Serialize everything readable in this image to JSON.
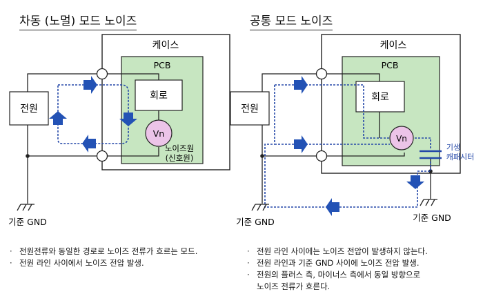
{
  "left": {
    "title": "차동 (노멀) 모드 노이즈",
    "case_label": "케이스",
    "pcb_label": "PCB",
    "circuit_label": "회로",
    "power_label": "전원",
    "source_symbol": "Vn",
    "source_caption_1": "노이즈원",
    "source_caption_2": "(신호원)",
    "ground_label": "기준 GND",
    "notes": [
      "전원전류와 동일한 경로로 노이즈 전류가 흐르는 모드.",
      "전원 라인 사이에서 노이즈 전압 발생."
    ]
  },
  "right": {
    "title": "공통 모드 노이즈",
    "case_label": "케이스",
    "pcb_label": "PCB",
    "circuit_label": "회로",
    "power_label": "전원",
    "source_symbol": "Vn",
    "capacitance_1": "기생",
    "capacitance_2": "캐패시터",
    "ground_label": "기준 GND",
    "notes": [
      "전원 라인 사이에는 노이즈 전압이 발생하지 않는다.",
      "전원 라인과 기준 GND 사이에 노이즈 전압 발생.",
      "전원의 플러스 측, 마이너스 측에서 동일 방향으로",
      "노이즈 전류가 흐른다."
    ]
  },
  "bullet": "·",
  "colors": {
    "pcb_fill": "#c7e6c1",
    "noise_path": "#2347a8",
    "arrow": "#2352b5",
    "source_fill": "#ecc4e8",
    "wire": "#222222"
  }
}
